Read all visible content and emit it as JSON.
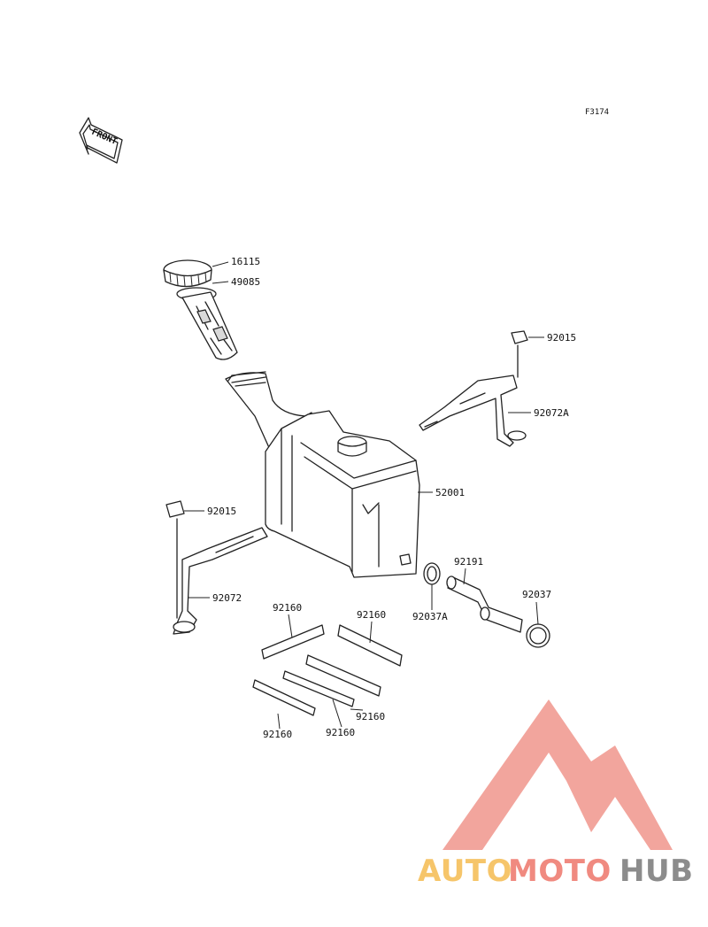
{
  "diagram": {
    "ref_code": "F3174",
    "front_label": "FRONT",
    "parts": [
      {
        "id": "p16115",
        "label": "16115"
      },
      {
        "id": "p49085",
        "label": "49085"
      },
      {
        "id": "p92015a",
        "label": "92015"
      },
      {
        "id": "p92072A",
        "label": "92072A"
      },
      {
        "id": "p52001",
        "label": "52001"
      },
      {
        "id": "p92015b",
        "label": "92015"
      },
      {
        "id": "p92191",
        "label": "92191"
      },
      {
        "id": "p92037",
        "label": "92037"
      },
      {
        "id": "p92037A",
        "label": "92037A"
      },
      {
        "id": "p92072",
        "label": "92072"
      },
      {
        "id": "p92160a",
        "label": "92160"
      },
      {
        "id": "p92160b",
        "label": "92160"
      },
      {
        "id": "p92160c",
        "label": "92160"
      },
      {
        "id": "p92160d",
        "label": "92160"
      },
      {
        "id": "p92160e",
        "label": "92160"
      }
    ]
  },
  "watermark": {
    "part1": "AUTO",
    "part2": "MOTO",
    "part3": "HUB",
    "colors": {
      "auto": "#f6c56a",
      "moto": "#f08a80",
      "hub": "#8c8c8c",
      "logo": "#f0958c"
    }
  }
}
